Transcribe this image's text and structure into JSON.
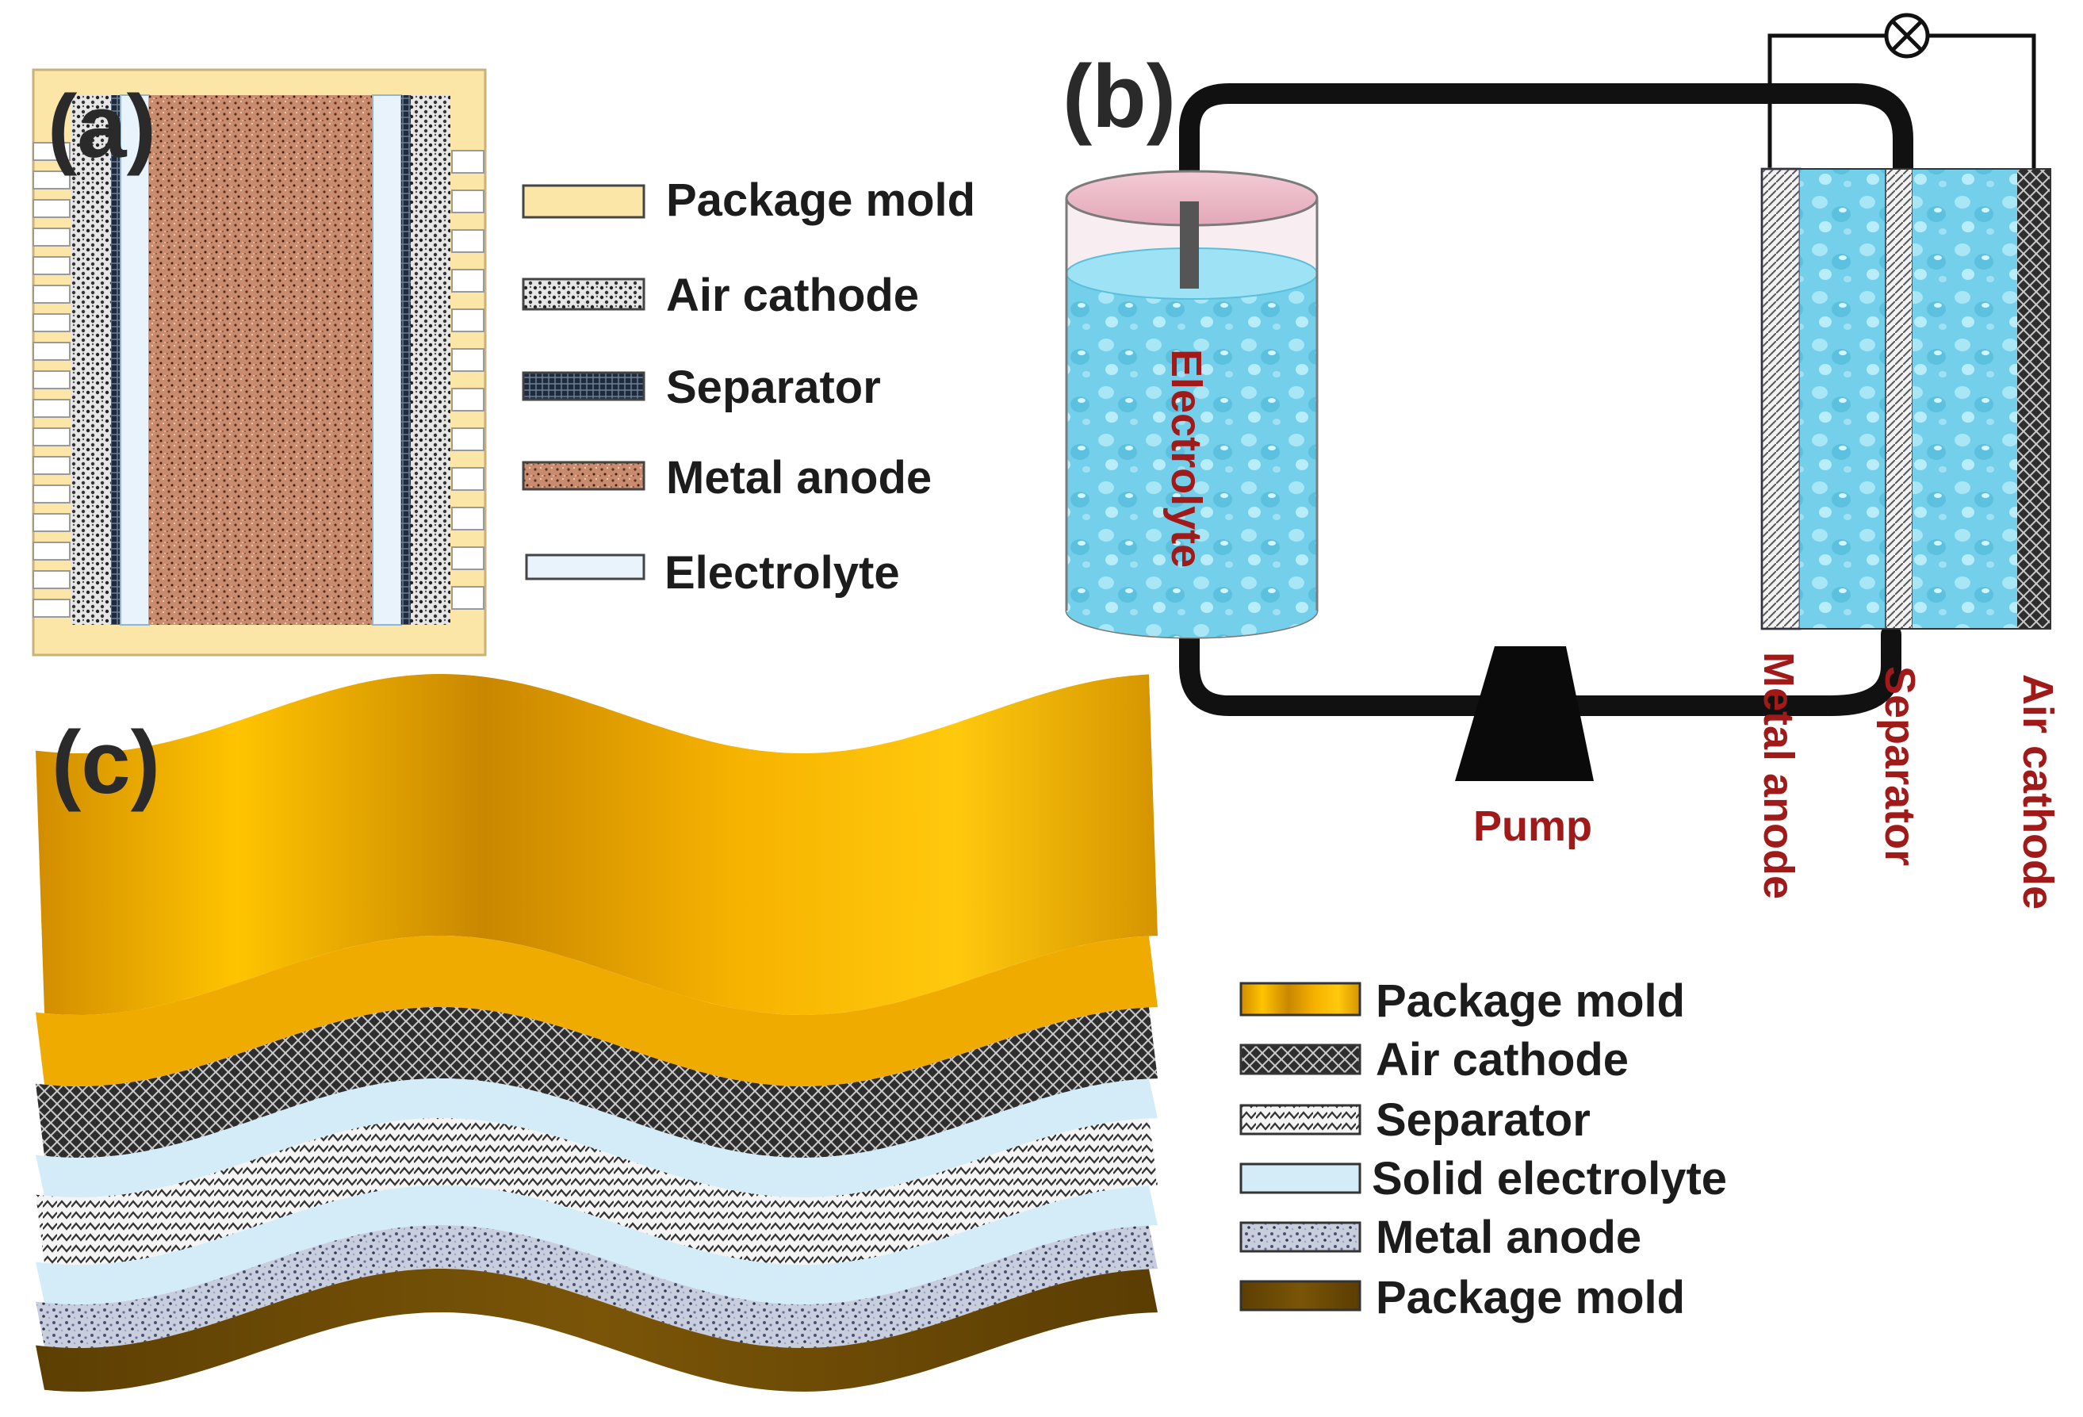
{
  "panels": {
    "a": {
      "label": "(a)",
      "legend": [
        {
          "key": "package-mold",
          "text": "Package mold"
        },
        {
          "key": "air-cathode",
          "text": "Air cathode"
        },
        {
          "key": "separator",
          "text": "Separator"
        },
        {
          "key": "metal-anode",
          "text": "Metal anode"
        },
        {
          "key": "electrolyte",
          "text": "Electrolyte"
        }
      ]
    },
    "b": {
      "label": "(b)",
      "tank_label": "Electrolyte",
      "pump_label": "Pump",
      "cell_labels": {
        "metal_anode": "Metal anode",
        "separator": "Separator",
        "air_cathode": "Air cathode"
      }
    },
    "c": {
      "label": "(c)",
      "legend": [
        {
          "key": "package-mold-top",
          "text": "Package mold"
        },
        {
          "key": "air-cathode",
          "text": "Air cathode"
        },
        {
          "key": "separator",
          "text": "Separator"
        },
        {
          "key": "solid-electrolyte",
          "text": "Solid electrolyte"
        },
        {
          "key": "metal-anode",
          "text": "Metal anode"
        },
        {
          "key": "package-mold-bottom",
          "text": "Package mold"
        }
      ]
    }
  },
  "colors": {
    "package_mold_a": "#fbe6a8",
    "metal_anode": "#c98b6e",
    "electrolyte": "#e8f3fb",
    "liquid": "#6fcde8",
    "tube": "#111111",
    "gold": "#f5b400",
    "bronze": "#6b4a05",
    "label_red": "#a01a1a"
  }
}
